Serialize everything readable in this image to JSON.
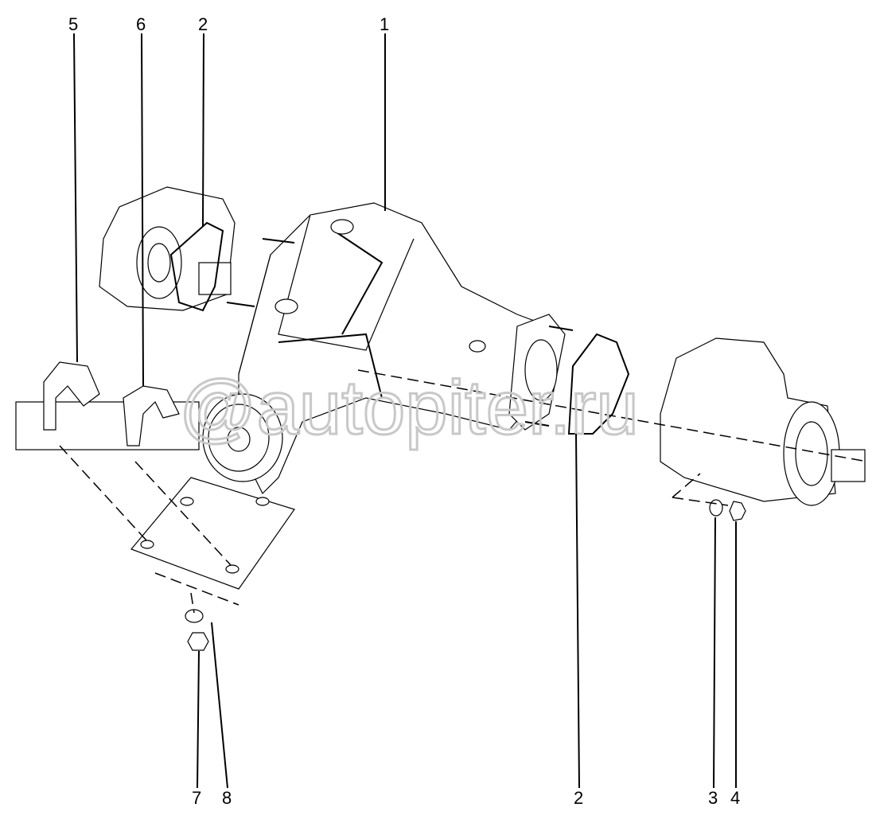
{
  "diagram": {
    "watermark": "@autopiter.ru",
    "callouts": [
      {
        "id": "callout-5",
        "label": "5"
      },
      {
        "id": "callout-6",
        "label": "6"
      },
      {
        "id": "callout-2-top",
        "label": "2"
      },
      {
        "id": "callout-1",
        "label": "1"
      },
      {
        "id": "callout-7",
        "label": "7"
      },
      {
        "id": "callout-8",
        "label": "8"
      },
      {
        "id": "callout-2-bottom",
        "label": "2"
      },
      {
        "id": "callout-3",
        "label": "3"
      },
      {
        "id": "callout-4",
        "label": "4"
      }
    ]
  }
}
